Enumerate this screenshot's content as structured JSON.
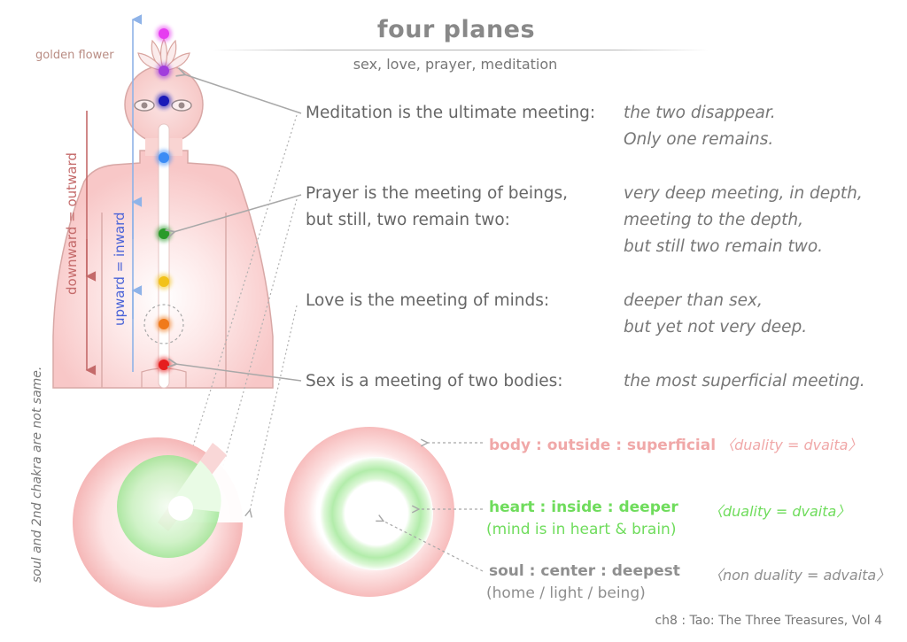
{
  "header": {
    "title": "four planes",
    "subtitle": "sex, love, prayer, meditation"
  },
  "figure": {
    "golden_flower": "golden flower",
    "downward_label": "downward = outward",
    "upward_label": "upward = inward",
    "vertical_note": "soul and 2nd chakra are not same.",
    "chakra_colors": [
      "#e63cf0",
      "#a13ddc",
      "#1a1ab8",
      "#3b8cf5",
      "#2a9a2a",
      "#f2c21a",
      "#f07a1a",
      "#e61e1e"
    ]
  },
  "planes": [
    {
      "statement": [
        "Meditation is the ultimate meeting:"
      ],
      "note": [
        "the two disappear.",
        "Only one remains."
      ]
    },
    {
      "statement": [
        "Prayer is the meeting of beings,",
        "but still, two remain two:"
      ],
      "note": [
        "very deep meeting, in depth,",
        "meeting to the depth,",
        "but still two remain two."
      ]
    },
    {
      "statement": [
        "Love is the meeting of minds:"
      ],
      "note": [
        "deeper than sex,",
        "but yet not very deep."
      ]
    },
    {
      "statement": [
        "Sex is a meeting of two bodies:"
      ],
      "note": [
        "the most superficial meeting."
      ]
    }
  ],
  "legend": {
    "body": {
      "key": "body : outside : superficial",
      "duality": "〈duality = dvaita〉",
      "color": "#f0a8a8"
    },
    "heart": {
      "key": "heart : inside : deeper",
      "sub": "(mind is in heart & brain)",
      "duality": "〈duality = dvaita〉",
      "color": "#6fdc5c"
    },
    "soul": {
      "key": "soul : center : deepest",
      "sub": "(home / light / being)",
      "duality": "〈non duality = advaita〉",
      "color": "#8f8f8f"
    }
  },
  "credit": "ch8 : Tao: The Three Treasures, Vol 4"
}
